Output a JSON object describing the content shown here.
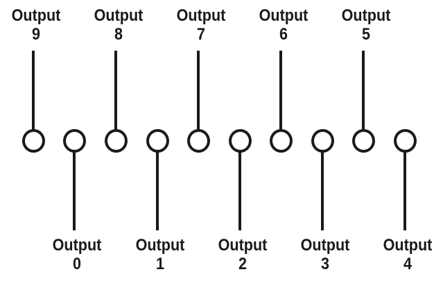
{
  "colors": {
    "ink": "#1a1a1a",
    "background": "#ffffff"
  },
  "outputs": [
    {
      "word": "Output",
      "number": "9",
      "side": "top"
    },
    {
      "word": "Output",
      "number": "0",
      "side": "bottom"
    },
    {
      "word": "Output",
      "number": "8",
      "side": "top"
    },
    {
      "word": "Output",
      "number": "1",
      "side": "bottom"
    },
    {
      "word": "Output",
      "number": "7",
      "side": "top"
    },
    {
      "word": "Output",
      "number": "2",
      "side": "bottom"
    },
    {
      "word": "Output",
      "number": "6",
      "side": "top"
    },
    {
      "word": "Output",
      "number": "3",
      "side": "bottom"
    },
    {
      "word": "Output",
      "number": "5",
      "side": "top"
    },
    {
      "word": "Output",
      "number": "4",
      "side": "bottom"
    }
  ]
}
